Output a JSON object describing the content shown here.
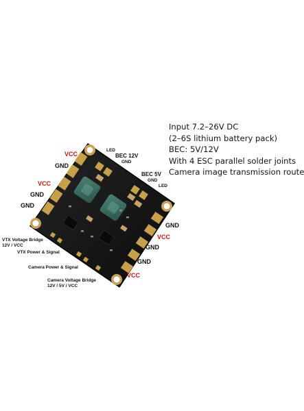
{
  "labels": {
    "vcc_1": "VCC",
    "gnd_1": "GND",
    "vcc_2": "VCC",
    "gnd_2": "GND",
    "led_top": "LED",
    "bec12_a": "BEC 12V",
    "bec12_b": "GND",
    "bec5_a": "BEC 5V",
    "bec5_b": "GND",
    "led_right": "LED",
    "gnd_r1": "GND",
    "vcc_r1": "VCC",
    "gnd_r2": "GND",
    "vcc_r2": "VCC",
    "vtx_bridge_1": "VTX Voltage Bridge",
    "vtx_bridge_2": "12V / VCC",
    "vtx_power": "VTX Power & Signal",
    "cam_power": "Camera Power & Signal",
    "cam_bridge_1": "Camera Voltage Bridge",
    "cam_bridge_2": "12V / 5V / VCC"
  },
  "specs": [
    "Input 7.2–26V DC",
    "(2–6S lithium battery pack)",
    "BEC: 5V/12V",
    "With 4 ESC parallel solder joints",
    "Camera image transmission route"
  ],
  "colors": {
    "board": "#141414",
    "pad": "#c8a04a",
    "red_label": "#d01010",
    "inductor": "#3e6e62"
  }
}
